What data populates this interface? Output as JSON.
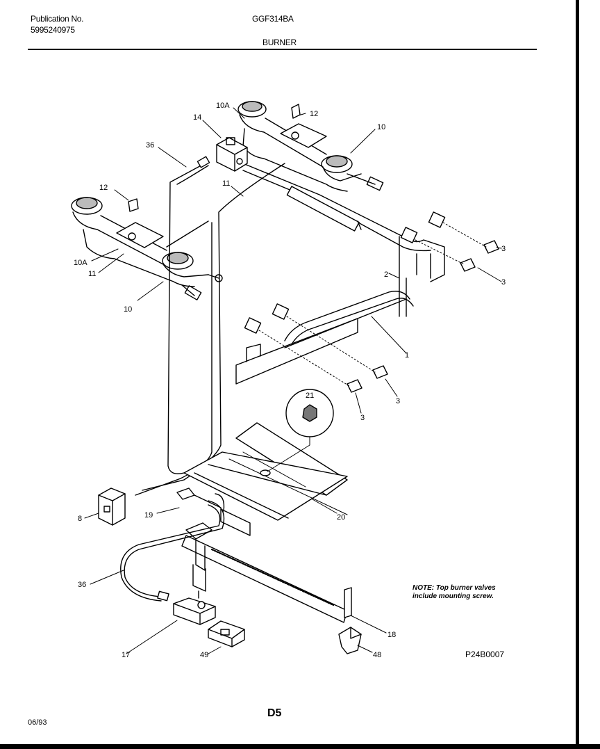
{
  "header": {
    "publication_label": "Publication No.",
    "publication_number": "5995240975",
    "model": "GGF314BA",
    "section": "BURNER"
  },
  "callouts": {
    "c10A_top": "10A",
    "c14": "14",
    "c12_top": "12",
    "c10_top": "10",
    "c36_top": "36",
    "c11_mid": "11",
    "c12_left": "12",
    "c10A_left": "10A",
    "c11_left": "11",
    "c10_left": "10",
    "c3_a": "3",
    "c3_b": "3",
    "c2": "2",
    "c1": "1",
    "c3_c": "3",
    "c3_d": "3",
    "c21": "21",
    "c20": "20",
    "c8": "8",
    "c19": "19",
    "c36_bottom": "36",
    "c17": "17",
    "c49": "49",
    "c18": "18",
    "c48": "48"
  },
  "note": {
    "line1": "NOTE: Top burner valves",
    "line2": "include mounting screw."
  },
  "figure_code": "P24B0007",
  "page_code": "D5",
  "date": "06/93"
}
